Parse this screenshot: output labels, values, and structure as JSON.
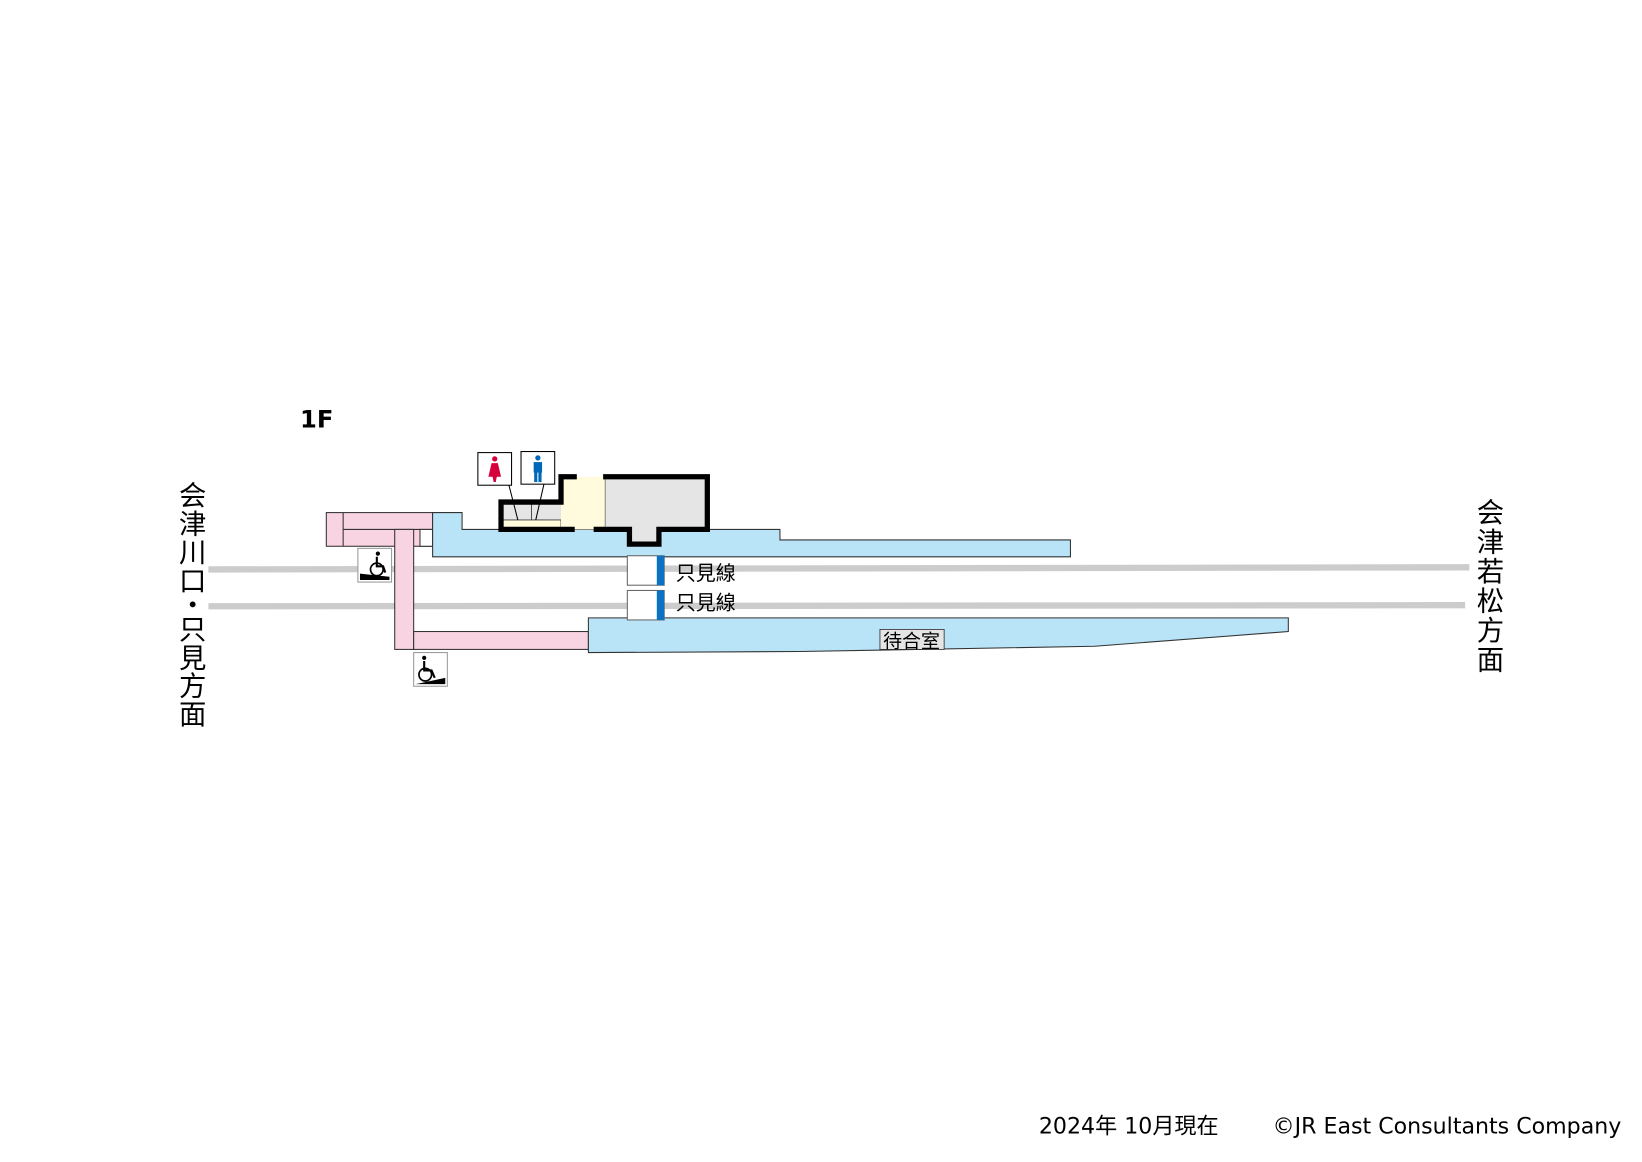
{
  "floor_label": "1F",
  "directions": {
    "left": [
      "会",
      "津",
      "川",
      "口",
      "・",
      "只",
      "見",
      "方",
      "面"
    ],
    "right": [
      "会",
      "津",
      "若",
      "松",
      "方",
      "面"
    ]
  },
  "line_signs": [
    "只見線",
    "只見線"
  ],
  "waiting_room": "待合室",
  "icons": [
    "toilet-female-icon",
    "toilet-male-icon",
    "wheelchair-ramp-icon",
    "wheelchair-ramp-icon"
  ],
  "footer": {
    "date": "2024年 10月現在",
    "copyright": "©JR East Consultants Company"
  },
  "colors": {
    "platform": "#b9e3f7",
    "passage": "#f8d3e2",
    "track": "#cccccc",
    "building": "#e5e5e5",
    "concourse": "#fffbdc",
    "line_color": "#0a72c5",
    "female": "#d6003a",
    "male": "#0068b7"
  }
}
